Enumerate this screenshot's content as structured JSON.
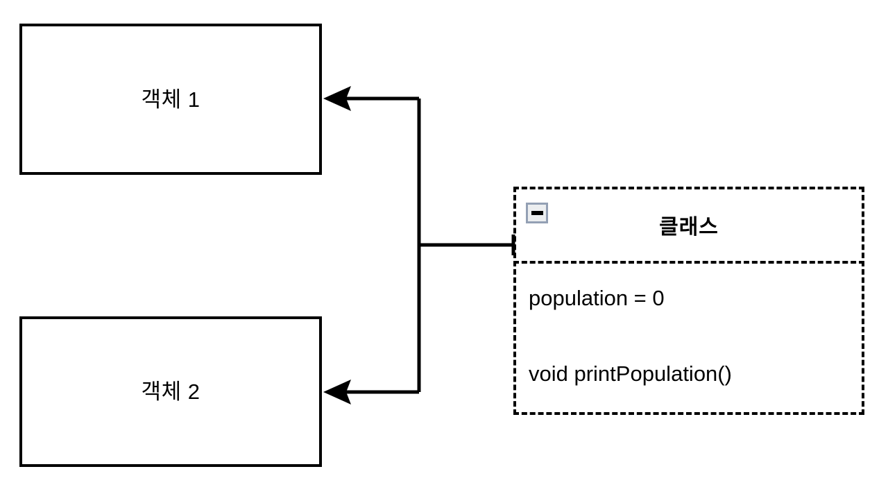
{
  "diagram": {
    "type": "uml-class-instance-diagram",
    "background_color": "#ffffff",
    "stroke_color": "#000000",
    "objects": [
      {
        "label": "객체 1"
      },
      {
        "label": "객체 2"
      }
    ],
    "class_box": {
      "title": "클래스",
      "collapse_icon": "minus-icon",
      "collapse_state": "expanded",
      "attributes": [
        "population = 0"
      ],
      "operations": [
        "void printPopulation()"
      ],
      "border_style": "dashed",
      "toggle_border_color": "#93a0b4",
      "toggle_fill_color": "#eceef0"
    },
    "connectors": [
      {
        "from": "class-box",
        "to": "객체 1",
        "arrow": "filled-triangle",
        "style": "solid"
      },
      {
        "from": "class-box",
        "to": "객체 2",
        "arrow": "filled-triangle",
        "style": "solid"
      }
    ]
  }
}
